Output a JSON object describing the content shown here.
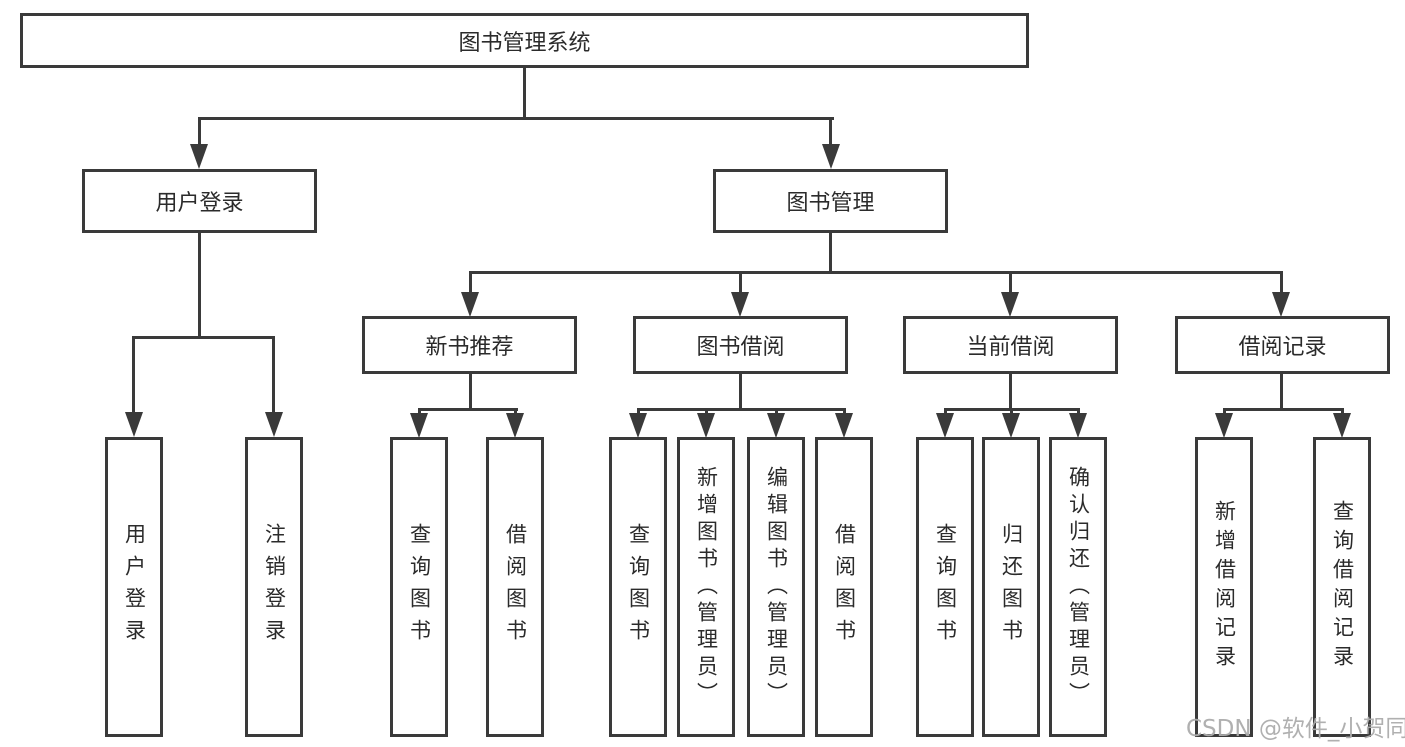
{
  "diagram": {
    "root": {
      "label": "图书管理系统"
    },
    "level2": [
      {
        "label": "用户登录"
      },
      {
        "label": "图书管理"
      }
    ],
    "level3": [
      {
        "label": "新书推荐"
      },
      {
        "label": "图书借阅"
      },
      {
        "label": "当前借阅"
      },
      {
        "label": "借阅记录"
      }
    ],
    "leaves": [
      {
        "label": "用户登录"
      },
      {
        "label": "注销登录"
      },
      {
        "label": "查询图书"
      },
      {
        "label": "借阅图书"
      },
      {
        "label": "查询图书"
      },
      {
        "label": "新增图书（管理员）"
      },
      {
        "label": "编辑图书（管理员）"
      },
      {
        "label": "借阅图书"
      },
      {
        "label": "查询图书"
      },
      {
        "label": "归还图书"
      },
      {
        "label": "确认归还（管理员）"
      },
      {
        "label": "新增借阅记录"
      },
      {
        "label": "查询借阅记录"
      }
    ],
    "watermark": "CSDN @软件_小贺同学",
    "colors": {
      "line": "#3a3a3a",
      "text": "#2b2b2b",
      "background": "#ffffff",
      "watermark": "#acacac"
    }
  }
}
